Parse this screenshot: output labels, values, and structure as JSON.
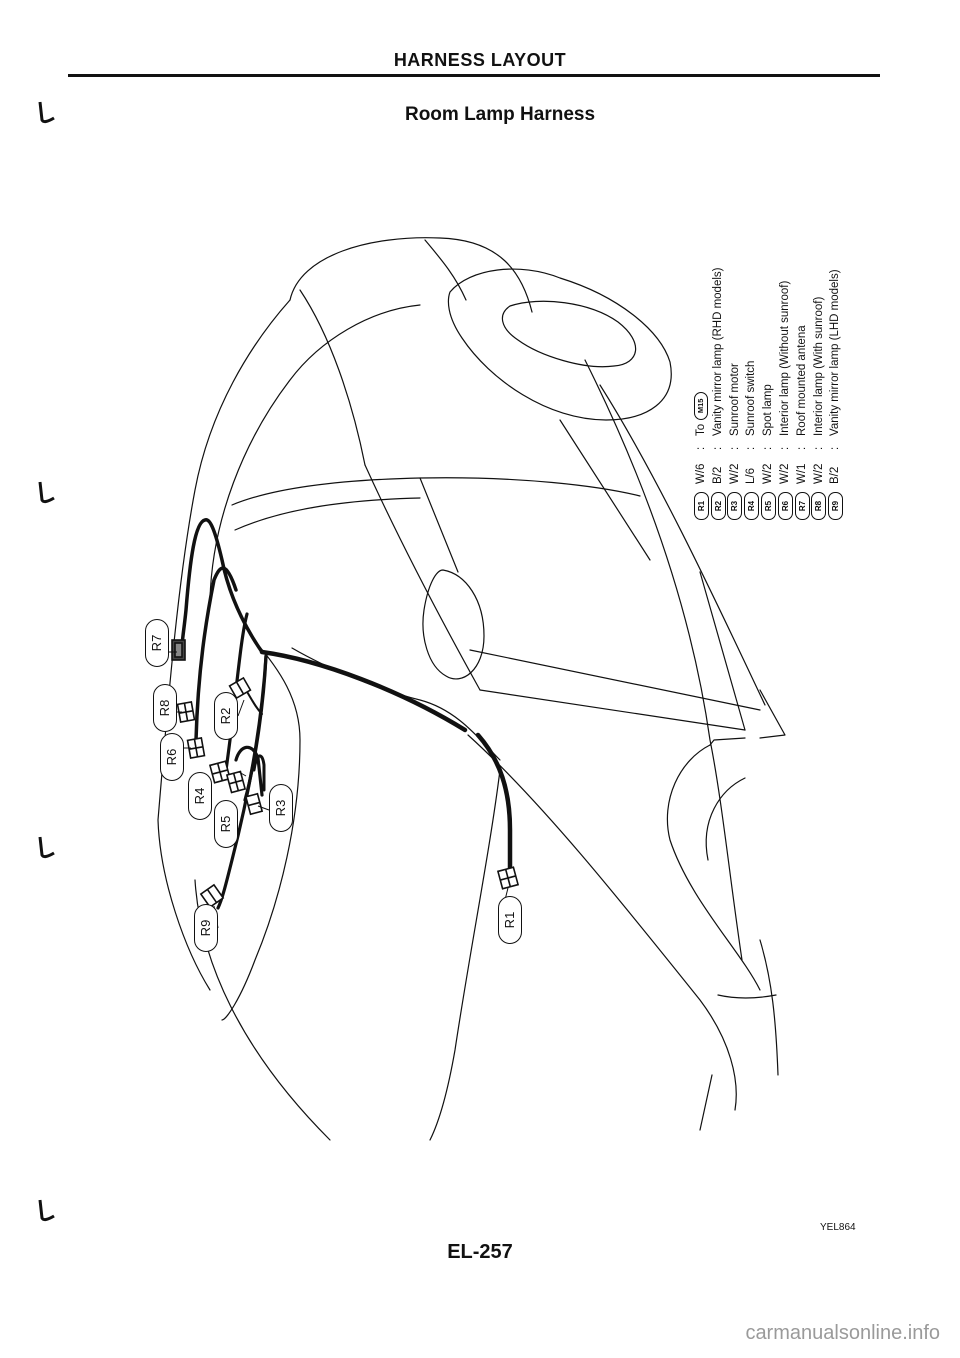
{
  "header": {
    "title": "HARNESS LAYOUT",
    "subtitle": "Room Lamp Harness"
  },
  "legend": [
    {
      "connector": "R1",
      "wire": "W/6",
      "sep": ":",
      "prefix": "To",
      "ref": "M15",
      "text": ""
    },
    {
      "connector": "R2",
      "wire": "B/2",
      "sep": ":",
      "prefix": "",
      "ref": "",
      "text": "Vanity mirror lamp (RHD models)"
    },
    {
      "connector": "R3",
      "wire": "W/2",
      "sep": ":",
      "prefix": "",
      "ref": "",
      "text": "Sunroof motor"
    },
    {
      "connector": "R4",
      "wire": "L/6",
      "sep": ":",
      "prefix": "",
      "ref": "",
      "text": "Sunroof switch"
    },
    {
      "connector": "R5",
      "wire": "W/2",
      "sep": ":",
      "prefix": "",
      "ref": "",
      "text": "Spot lamp"
    },
    {
      "connector": "R6",
      "wire": "W/2",
      "sep": ":",
      "prefix": "",
      "ref": "",
      "text": "Interior lamp (Without sunroof)"
    },
    {
      "connector": "R7",
      "wire": "W/1",
      "sep": ":",
      "prefix": "",
      "ref": "",
      "text": "Roof mounted antena"
    },
    {
      "connector": "R8",
      "wire": "W/2",
      "sep": ":",
      "prefix": "",
      "ref": "",
      "text": "Interior lamp (With sunroof)"
    },
    {
      "connector": "R9",
      "wire": "B/2",
      "sep": ":",
      "prefix": "",
      "ref": "",
      "text": "Vanity mirror lamp (LHD models)"
    }
  ],
  "callouts": {
    "r1": "R1",
    "r2": "R2",
    "r3": "R3",
    "r4": "R4",
    "r5": "R5",
    "r6": "R6",
    "r7": "R7",
    "r8": "R8",
    "r9": "R9"
  },
  "footer": {
    "figure_code": "YEL864",
    "page_number": "EL-257",
    "watermark": "carmanualsonline.info"
  },
  "colors": {
    "ink": "#111111",
    "background": "#ffffff",
    "watermark": "#9a9a9a"
  },
  "icons": [
    "binding-hook-icon",
    "connector-plug-icon"
  ]
}
